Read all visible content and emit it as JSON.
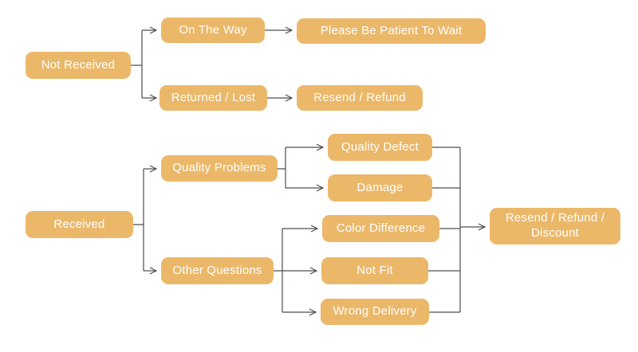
{
  "colors": {
    "node_fill": "#ebb86a",
    "node_text": "#ffffff",
    "connector": "#4d4d4d",
    "background": "#ffffff"
  },
  "diagram": {
    "type": "flowchart",
    "nodes": {
      "not_received": {
        "label": "Not Received"
      },
      "on_the_way": {
        "label": "On The Way"
      },
      "please_wait": {
        "label": "Please Be Patient To Wait"
      },
      "returned_lost": {
        "label": "Returned / Lost"
      },
      "resend_refund": {
        "label": "Resend / Refund"
      },
      "received": {
        "label": "Received"
      },
      "quality_problems": {
        "label": "Quality Problems"
      },
      "other_questions": {
        "label": "Other Questions"
      },
      "quality_defect": {
        "label": "Quality Defect"
      },
      "damage": {
        "label": "Damage"
      },
      "color_difference": {
        "label": "Color Difference"
      },
      "not_fit": {
        "label": "Not Fit"
      },
      "wrong_delivery": {
        "label": "Wrong Delivery"
      },
      "resend_refund_discount": {
        "label": "Resend / Refund / Discount"
      }
    },
    "edges": [
      {
        "from": "not_received",
        "to": "on_the_way"
      },
      {
        "from": "not_received",
        "to": "returned_lost"
      },
      {
        "from": "on_the_way",
        "to": "please_wait"
      },
      {
        "from": "returned_lost",
        "to": "resend_refund"
      },
      {
        "from": "received",
        "to": "quality_problems"
      },
      {
        "from": "received",
        "to": "other_questions"
      },
      {
        "from": "quality_problems",
        "to": "quality_defect"
      },
      {
        "from": "quality_problems",
        "to": "damage"
      },
      {
        "from": "other_questions",
        "to": "color_difference"
      },
      {
        "from": "other_questions",
        "to": "not_fit"
      },
      {
        "from": "other_questions",
        "to": "wrong_delivery"
      },
      {
        "from": "quality_defect",
        "to": "resend_refund_discount"
      },
      {
        "from": "damage",
        "to": "resend_refund_discount"
      },
      {
        "from": "color_difference",
        "to": "resend_refund_discount"
      },
      {
        "from": "not_fit",
        "to": "resend_refund_discount"
      },
      {
        "from": "wrong_delivery",
        "to": "resend_refund_discount"
      }
    ]
  }
}
